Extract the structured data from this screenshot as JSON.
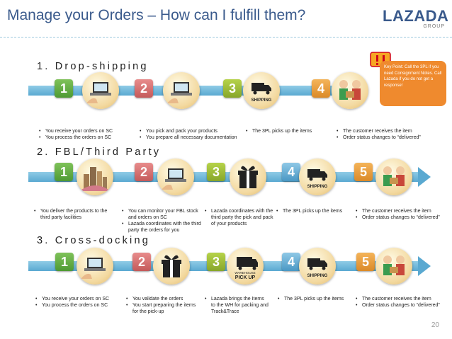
{
  "title": "Manage your Orders – How can I fulfill them?",
  "logo": {
    "name": "LAZADA",
    "sub": "GROUP"
  },
  "page_number": "20",
  "key_point": "Key Point: Call the 3PL if you need Consignment Notes. Call Lazada if you do not get a response!",
  "sections": [
    {
      "title": "1. Drop-shipping",
      "steps": [
        {
          "num": "1",
          "icon": "laptop-icon",
          "bullets": [
            "You receive your orders on SC",
            "You process the orders on SC"
          ]
        },
        {
          "num": "2",
          "icon": "laptop-icon",
          "bullets": [
            "You pick and pack your products",
            "You prepare all necessary documentation"
          ]
        },
        {
          "num": "3",
          "icon": "shipping-truck-icon",
          "label": "SHIPPING",
          "bullets": [
            "The 3PL picks up the items"
          ]
        },
        {
          "num": "4",
          "icon": "customer-receiving-icon",
          "bullets": [
            "The customer receives the item",
            "Order status changes to “delivered”"
          ]
        }
      ]
    },
    {
      "title": "2. FBL/Third Party",
      "steps": [
        {
          "num": "1",
          "icon": "buildings-icon",
          "bullets": [
            "You deliver the products to the third party facilities"
          ]
        },
        {
          "num": "2",
          "icon": "laptop-icon",
          "bullets": [
            "You can monitor your FBL stock and orders on SC",
            "Lazada coordinates with the third party the orders for you"
          ]
        },
        {
          "num": "3",
          "icon": "gift-box-icon",
          "bullets": [
            "Lazada coordinates with the third party the pick and pack of your products"
          ]
        },
        {
          "num": "4",
          "icon": "shipping-truck-icon",
          "label": "SHIPPING",
          "bullets": [
            "The 3PL picks up the items"
          ]
        },
        {
          "num": "5",
          "icon": "customer-receiving-icon",
          "bullets": [
            "The customer receives the item",
            "Order status changes to “delivered”"
          ]
        }
      ]
    },
    {
      "title": "3. Cross-docking",
      "steps": [
        {
          "num": "1",
          "icon": "laptop-icon",
          "bullets": [
            "You receive your orders on SC",
            "You process the orders on SC"
          ]
        },
        {
          "num": "2",
          "icon": "gift-box-icon",
          "bullets": [
            "You validate the orders",
            "You start preparing the items for the pick-up"
          ]
        },
        {
          "num": "3",
          "icon": "warehouse-pickup-icon",
          "label_top": "WAREHOUSE",
          "label_bottom": "PICK UP",
          "bullets": [
            "Lazada brings the Items to the WH for packing and Track&Trace"
          ]
        },
        {
          "num": "4",
          "icon": "shipping-truck-icon",
          "label": "SHIPPING",
          "bullets": [
            "The 3PL picks up the items"
          ]
        },
        {
          "num": "5",
          "icon": "customer-receiving-icon",
          "bullets": [
            "The customer receives the item",
            "Order status changes to “delivered”"
          ]
        }
      ]
    }
  ]
}
